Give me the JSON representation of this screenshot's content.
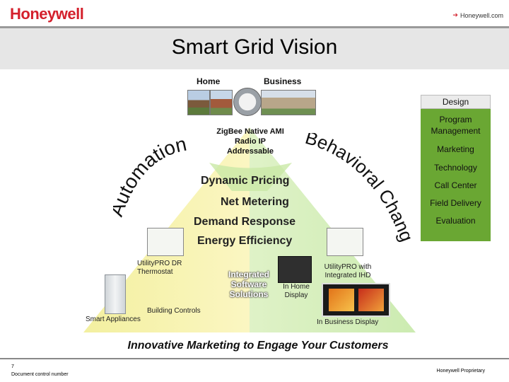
{
  "header": {
    "logo_text": "Honeywell",
    "link_text": "Honeywell.com",
    "link_arrow_icon": "arrow-right-icon",
    "brand_color": "#d4202c"
  },
  "title": "Smart Grid Vision",
  "top_labels": {
    "home": "Home",
    "business": "Business"
  },
  "center_top": "ZigBee Native AMI Radio IP Addressable",
  "left_arc": "Automation",
  "right_arc": "Behavioral Change",
  "center_items": [
    "Dynamic Pricing",
    "Net Metering",
    "Demand Response",
    "Energy Efficiency"
  ],
  "devices": {
    "thermostat_label": "UtilityPRO DR Thermostat",
    "integrated_software": "Integrated Software Solutions",
    "in_home_display": "In Home Display",
    "utilitypro_ihd": "UtilityPRO with Integrated IHD",
    "building_controls": "Building Controls",
    "smart_appliances": "Smart Appliances",
    "in_business_display": "In Business Display"
  },
  "sidebar": {
    "items": [
      "Design",
      "Program Management",
      "Marketing",
      "Technology",
      "Call Center",
      "Field Delivery",
      "Evaluation"
    ],
    "panel_color": "#6aa733"
  },
  "footer": {
    "headline": "Innovative Marketing to Engage Your Customers",
    "page_number": "7",
    "doc_control": "Document control number",
    "proprietary": "Honeywell Proprietary"
  }
}
